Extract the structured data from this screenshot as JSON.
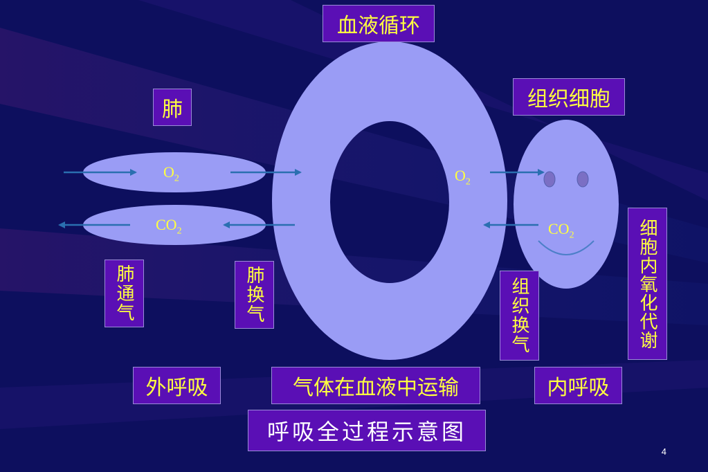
{
  "labels": {
    "blood_circulation": "血液循环",
    "lung": "肺",
    "tissue_cell": "组织细胞",
    "pulmonary_ventilation": "肺通气",
    "pulmonary_exchange": "肺换气",
    "tissue_exchange": "组织换气",
    "intracellular_oxidation": "细胞内氧化代谢",
    "external_respiration": "外呼吸",
    "gas_transport": "气体在血液中运输",
    "internal_respiration": "内呼吸",
    "title": "呼吸全过程示意图"
  },
  "gases": {
    "o2_left": {
      "base": "O",
      "sub": "2"
    },
    "co2_left": {
      "base": "CO",
      "sub": "2"
    },
    "o2_right": {
      "base": "O",
      "sub": "2"
    },
    "co2_right": {
      "base": "CO",
      "sub": "2"
    }
  },
  "page_number": "4",
  "colors": {
    "background": "#0d0f5e",
    "shape_fill": "#9a9cf5",
    "box_fill": "#5a0fb5",
    "text_yellow": "#ffff40",
    "arrow": "#2a6fb0"
  }
}
